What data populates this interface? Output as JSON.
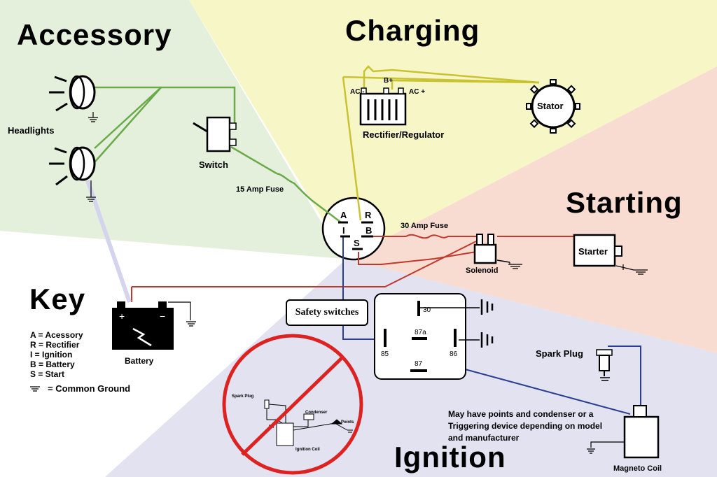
{
  "sections": {
    "accessory": "Accessory",
    "charging": "Charging",
    "starting": "Starting",
    "key": "Key",
    "ignition": "Ignition"
  },
  "components": {
    "headlights": "Headlights",
    "switch": "Switch",
    "fuse_15": "15 Amp Fuse",
    "rectifier_regulator": "Rectifier/Regulator",
    "rect_ac_left": "AC -",
    "rect_b_plus": "B+",
    "rect_ac_right": "AC +",
    "stator": "Stator",
    "fuse_30": "30 Amp Fuse",
    "solenoid": "Solenoid",
    "starter": "Starter",
    "battery": "Battery",
    "battery_plus": "+",
    "battery_minus": "−",
    "safety_switches": "Safety switches",
    "spark_plug": "Spark Plug",
    "magneto_coil": "Magneto Coil",
    "ignition_note": "May have points and condenser or a Triggering device depending on model and manufacturer"
  },
  "key_switch": {
    "A": "A",
    "R": "R",
    "I": "I",
    "B": "B",
    "S": "S"
  },
  "relay_pins": {
    "p30": "30",
    "p87a": "87a",
    "p85": "85",
    "p86": "86",
    "p87": "87"
  },
  "legend": {
    "items": [
      "A = Acessory",
      "R = Rectifier",
      "I = Ignition",
      "B = Battery",
      "S = Start"
    ],
    "ground": "= Common Ground"
  },
  "crossed_out": {
    "spark_plug": "Spark Plug",
    "condenser": "Condenser",
    "points": "Points",
    "ignition_coil": "Ignition Coil"
  },
  "colors": {
    "accessory_region": "#e4f0dc",
    "charging_region": "#f6f6c6",
    "starting_region": "#f8dcd2",
    "ignition_region": "#e2e2f0",
    "green_wire": "#6aaa4a",
    "yellow_wire": "#c9c231",
    "red_wire": "#c0392b",
    "blue_wire": "#2a3f8f",
    "lavender_wire": "#d4d4ee",
    "prohibit": "#dd2222"
  }
}
